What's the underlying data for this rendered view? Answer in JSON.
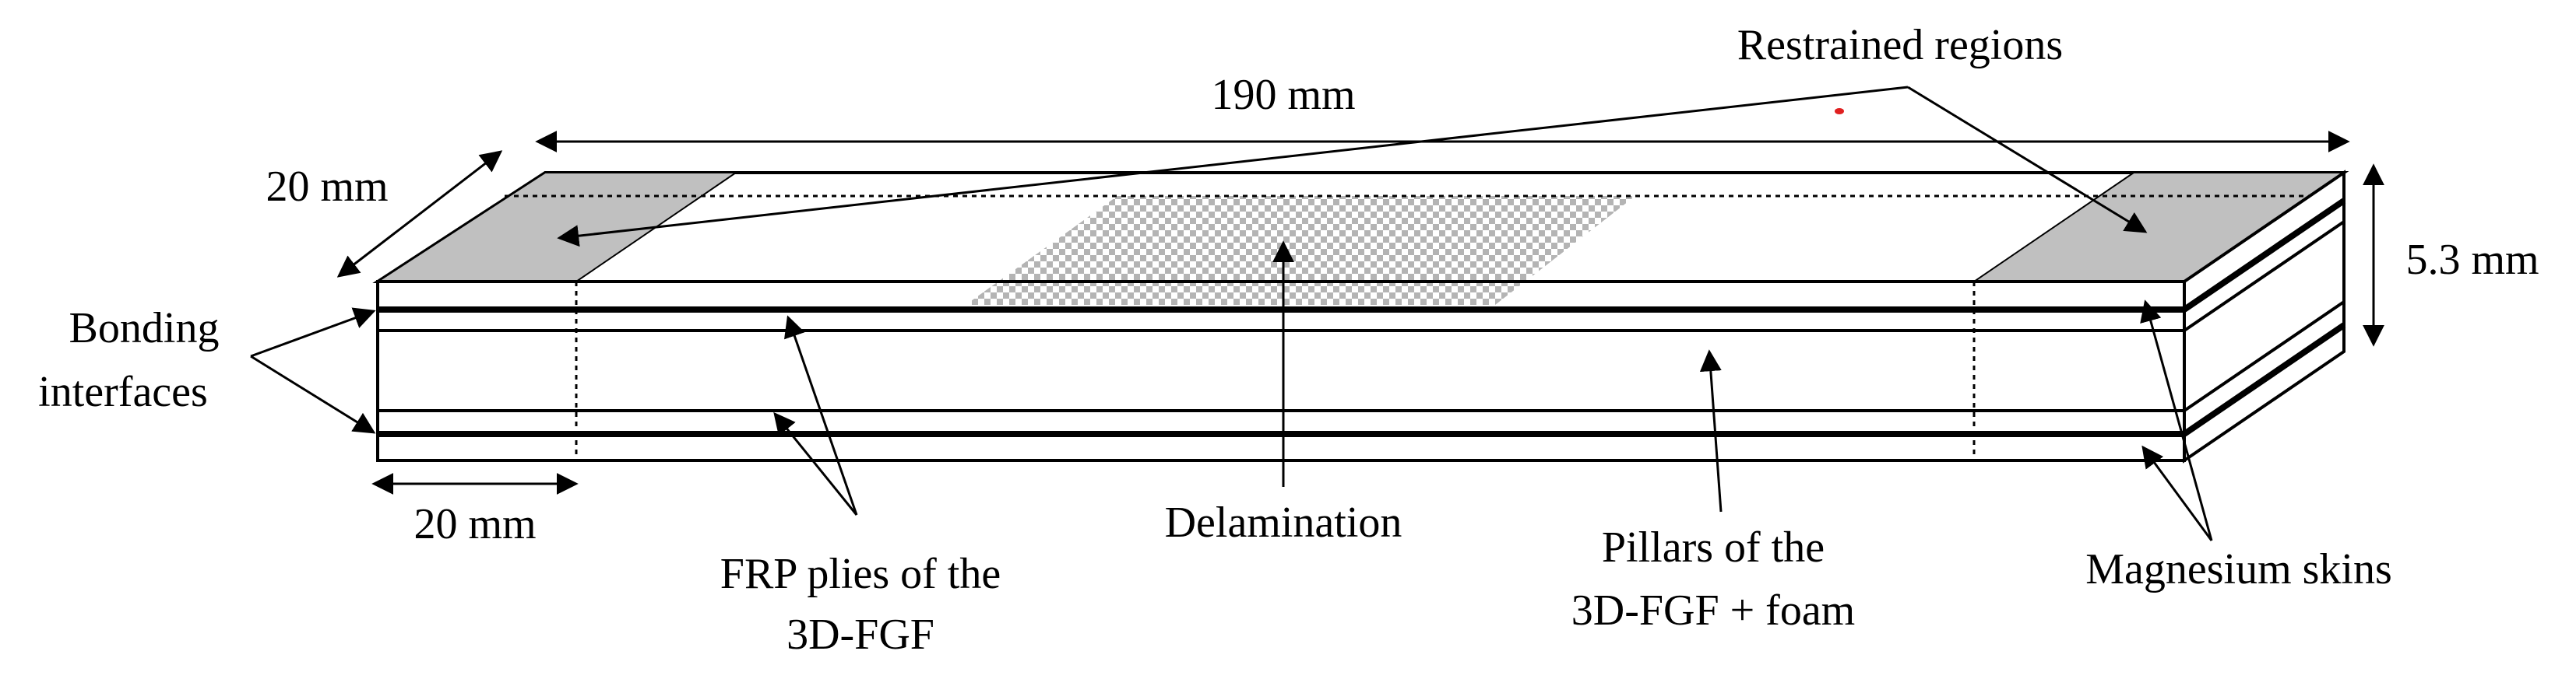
{
  "labels": {
    "length": "190 mm",
    "width": "20 mm",
    "thickness": "5.3 mm",
    "restrained_length": "20 mm",
    "restrained_regions": "Restrained regions",
    "bonding_interfaces": [
      "Bonding",
      "interfaces"
    ],
    "frp_plies": [
      "FRP plies of the",
      "3D-FGF"
    ],
    "delamination": "Delamination",
    "pillars": [
      "Pillars of the",
      "3D-FGF + foam"
    ],
    "magnesium_skins": "Magnesium skins"
  },
  "colors": {
    "line": "#000000",
    "restrained_fill": "#c0c0c0",
    "delamination_check_a": "#b4b4b4",
    "delamination_check_b": "#ffffff",
    "marker": "#e02020"
  }
}
